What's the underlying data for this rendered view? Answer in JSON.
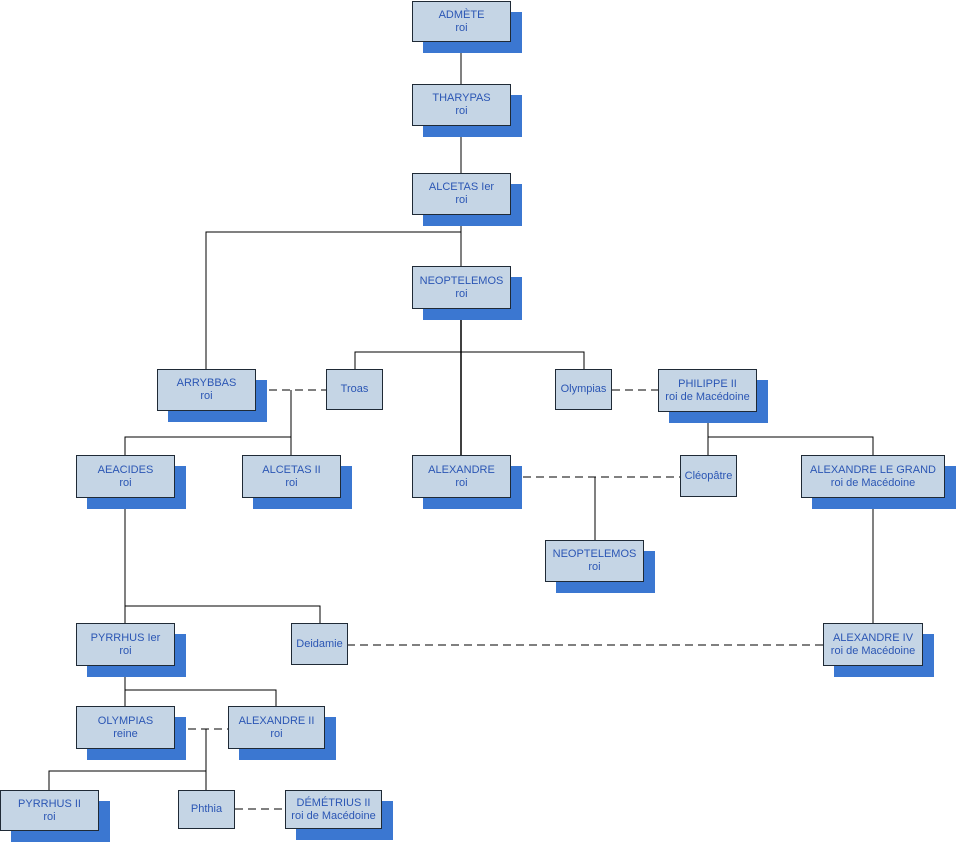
{
  "colors": {
    "box_fill": "#c5d5e5",
    "shadow": "#3b77d1",
    "text": "#2b56b4",
    "line": "#000000"
  },
  "people": {
    "admete": {
      "name": "ADMÈTE",
      "title": "roi"
    },
    "tharypas": {
      "name": "THARYPAS",
      "title": "roi"
    },
    "alcetas1": {
      "name": "ALCETAS Ier",
      "title": "roi"
    },
    "neoptelemos1": {
      "name": "NEOPTELEMOS",
      "title": "roi"
    },
    "arrybbas": {
      "name": "ARRYBBAS",
      "title": "roi"
    },
    "troas": {
      "name": "Troas"
    },
    "olympias_mother": {
      "name": "Olympias"
    },
    "philippe2": {
      "name": "PHILIPPE II",
      "title": "roi de Macédoine"
    },
    "aeacides": {
      "name": "AEACIDES",
      "title": "roi"
    },
    "alcetas2": {
      "name": "ALCETAS II",
      "title": "roi"
    },
    "alexandre_roi": {
      "name": "ALEXANDRE",
      "title": "roi"
    },
    "cleopatre": {
      "name": "Cléopâtre"
    },
    "alexandre_grand": {
      "name": "ALEXANDRE LE GRAND",
      "title": "roi de Macédoine"
    },
    "neoptelemos2": {
      "name": "NEOPTELEMOS",
      "title": "roi"
    },
    "pyrrhus1": {
      "name": "PYRRHUS Ier",
      "title": "roi"
    },
    "deidamie": {
      "name": "Deidamie"
    },
    "alexandre4": {
      "name": "ALEXANDRE IV",
      "title": "roi de Macédoine"
    },
    "olympias_reine": {
      "name": "OLYMPIAS",
      "title": "reine"
    },
    "alexandre2": {
      "name": "ALEXANDRE II",
      "title": "roi"
    },
    "pyrrhus2": {
      "name": "PYRRHUS II",
      "title": "roi"
    },
    "phthia": {
      "name": "Phthia"
    },
    "demetrius2": {
      "name": "DÉMÉTRIUS II",
      "title": "roi de Macédoine"
    }
  }
}
